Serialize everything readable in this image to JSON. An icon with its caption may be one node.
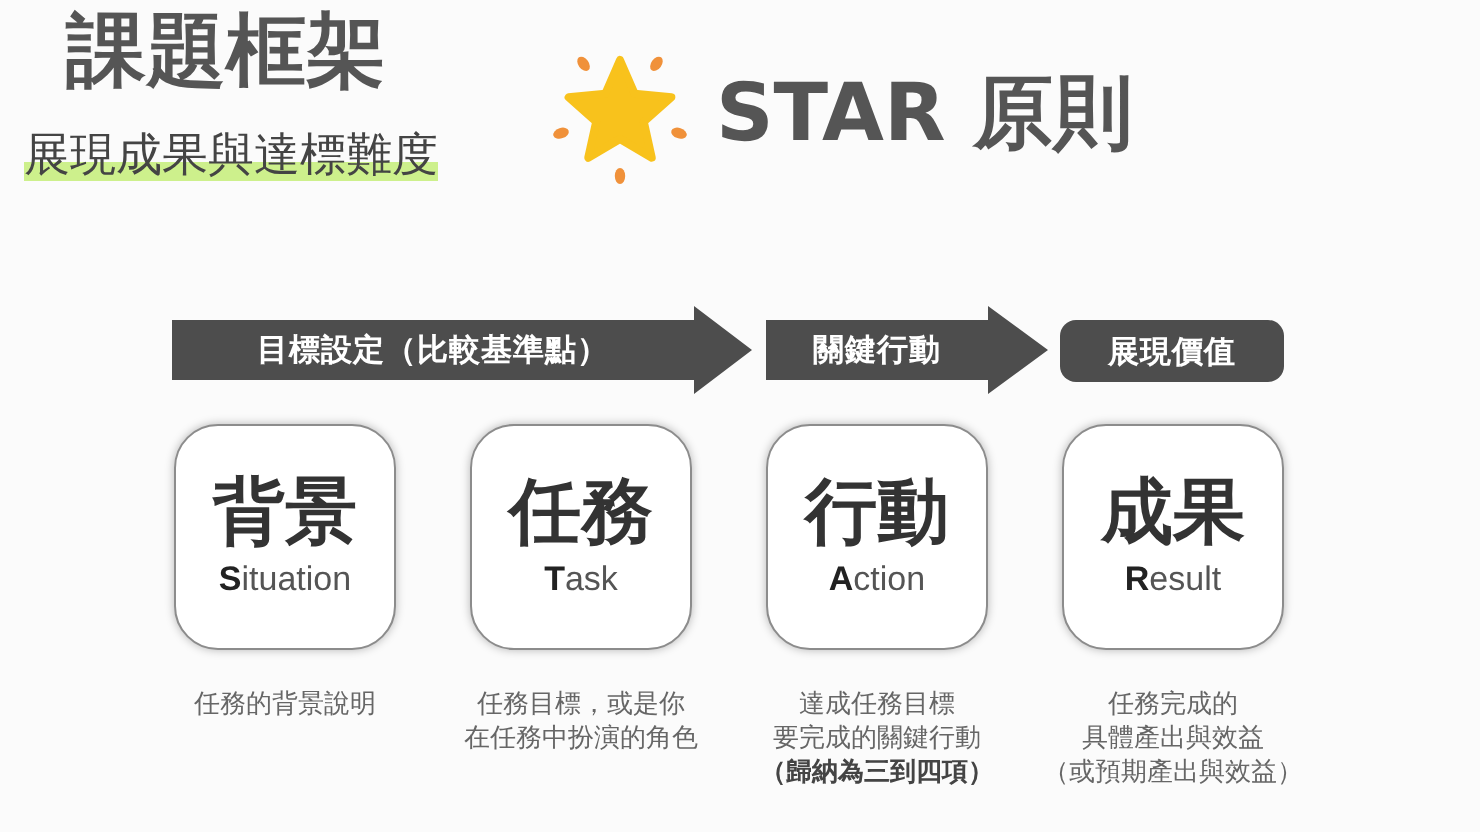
{
  "diagram": {
    "title": "課題框架",
    "nodes": [
      {
        "text": [
          "目標設定（比較基準點）"
        ]
      },
      {
        "text": [
          "關鍵行動"
        ]
      },
      {
        "text": [
          "展現價值"
        ]
      },
      {
        "text": [
          "背景",
          "**S**ituation"
        ],
        "beside": [
          "任務的背景說明"
        ]
      },
      {
        "text": [
          "任務",
          "**T**ask"
        ],
        "beside": [
          "任務目標，或是你在任務中扮演的角色"
        ]
      },
      {
        "text": [
          "行動",
          "**A**ction"
        ],
        "beside": [
          "達成任務目標要完成的關鍵行動",
          "（歸納為三到四項）"
        ]
      },
      {
        "text": [
          "成果",
          "**R**esult"
        ],
        "beside": [
          "任務完成的具體產出與效益",
          "（或預期產出與效益）"
        ]
      }
    ],
    "labels": [
      "展現成果與達標難度",
      "STAR 原則"
    ]
  }
}
